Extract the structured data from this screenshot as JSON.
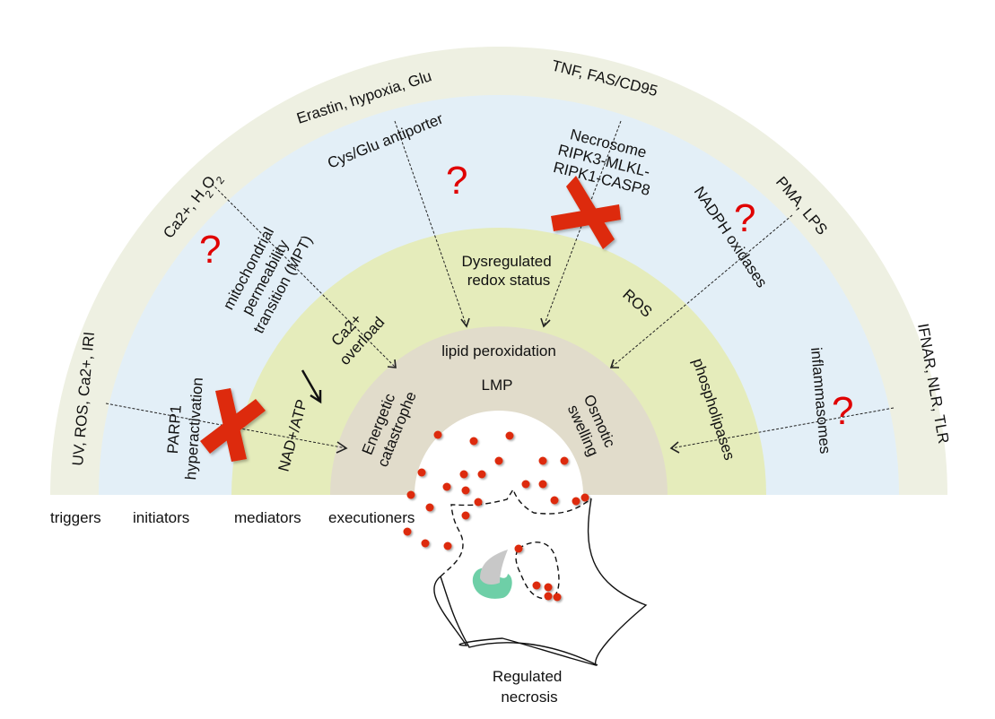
{
  "title": "Regulated necrosis",
  "colors": {
    "triggers_band": "#eef0e2",
    "initiators_band": "#e3eff7",
    "mediators_band": "#e5ecbb",
    "executioners_band": "#e1dccb",
    "question_mark": "#e00000",
    "inhibition_cross": "#dd2a08",
    "vesicle_dots": "#dd2a08",
    "nucleus_cap": "#6ecfa7",
    "nucleus": "#c8c8c8"
  },
  "bands": [
    {
      "id": "triggers",
      "label": "triggers"
    },
    {
      "id": "initiators",
      "label": "initiators"
    },
    {
      "id": "mediators",
      "label": "mediators"
    },
    {
      "id": "executioners",
      "label": "executioners"
    }
  ],
  "triggers": {
    "uv_ros": "UV, ROS, Ca2+, IRI",
    "ca_h2o2_prefix": "Ca2+, H",
    "ca_h2o2_sub1": "2",
    "ca_h2o2_mid": "O",
    "ca_h2o2_sub2": "2",
    "erastin": "Erastin, hypoxia, Glu",
    "tnf": "TNF, FAS/CD95",
    "pma": "PMA, LPS",
    "ifnar": "IFNAR, NLR, TLR"
  },
  "initiators": {
    "parp1_line1": "PARP1",
    "parp1_line2": "hyperactivation",
    "mpt_line1": "mitochondrial",
    "mpt_line2": "permeability",
    "mpt_line3": "transition (MPT)",
    "cysglu": "Cys/Glu antiporter",
    "necrosome_line1": "Necrosome",
    "necrosome_line2": "RIPK3-MLKL-",
    "necrosome_line3": "RIPK1-CASP8",
    "nadph": "NADPH oxidases",
    "inflammasomes": "inflammasomes"
  },
  "mediators": {
    "nad_atp": "NAD+/ATP",
    "ca_overload_line1": "Ca2+",
    "ca_overload_line2": "overload",
    "redox_line1": "Dysregulated",
    "redox_line2": "redox status",
    "ros": "ROS",
    "phospholipases": "phospholipases"
  },
  "executioners": {
    "energetic_line1": "Energetic",
    "energetic_line2": "catastrophe",
    "lipid_peroxidation": "lipid peroxidation",
    "lmp": "LMP",
    "osmotic_line1": "Osmotic",
    "osmotic_line2": "swelling"
  },
  "question_marks": [
    "?",
    "?",
    "?",
    "?"
  ],
  "outcome": {
    "line1": "Regulated",
    "line2": "necrosis"
  }
}
